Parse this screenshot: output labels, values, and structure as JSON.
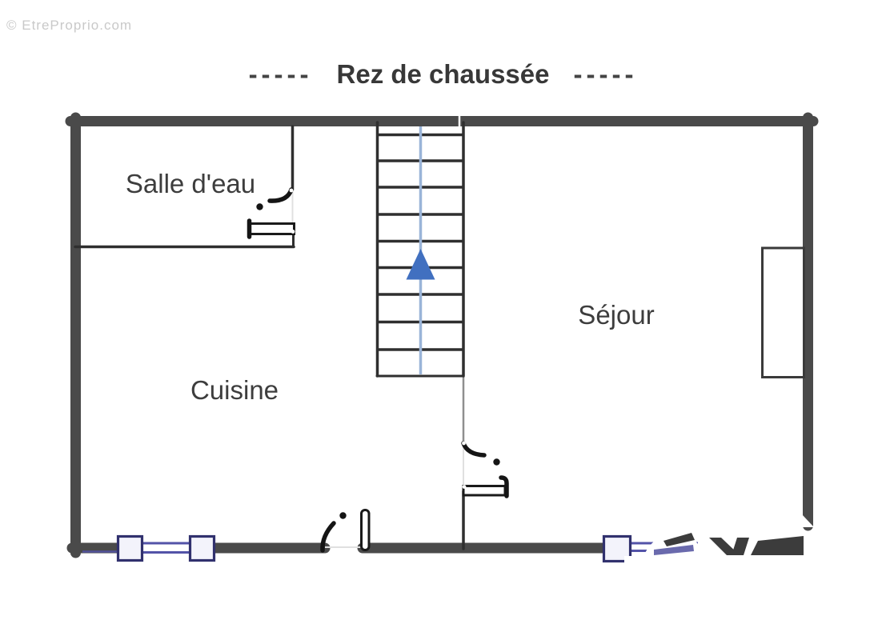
{
  "title": {
    "prefix": "-----",
    "text": "Rez de chaussée",
    "suffix": "-----"
  },
  "watermark": {
    "copyright": "© EtreProprio.com"
  },
  "rooms": [
    {
      "id": "salle-deau",
      "name": "Salle d'eau"
    },
    {
      "id": "cuisine",
      "name": "Cuisine"
    },
    {
      "id": "sejour",
      "name": "Séjour"
    }
  ],
  "stairs": {
    "visible_steps": 10,
    "arrow_direction": "up"
  },
  "features": {
    "windows": 2,
    "doors": 3,
    "staircase": 1
  },
  "colors": {
    "wall": "#4a4a4a",
    "interior_wall": "#2f2f2f",
    "window_frame": "#31316e",
    "window_glass": "#5353a8",
    "stair_guide": "#9ab4d8",
    "stair_arrow": "#4170c0",
    "label_text": "#3d3d3d",
    "watermark_text": "#c9c9c9",
    "background": "#ffffff"
  }
}
